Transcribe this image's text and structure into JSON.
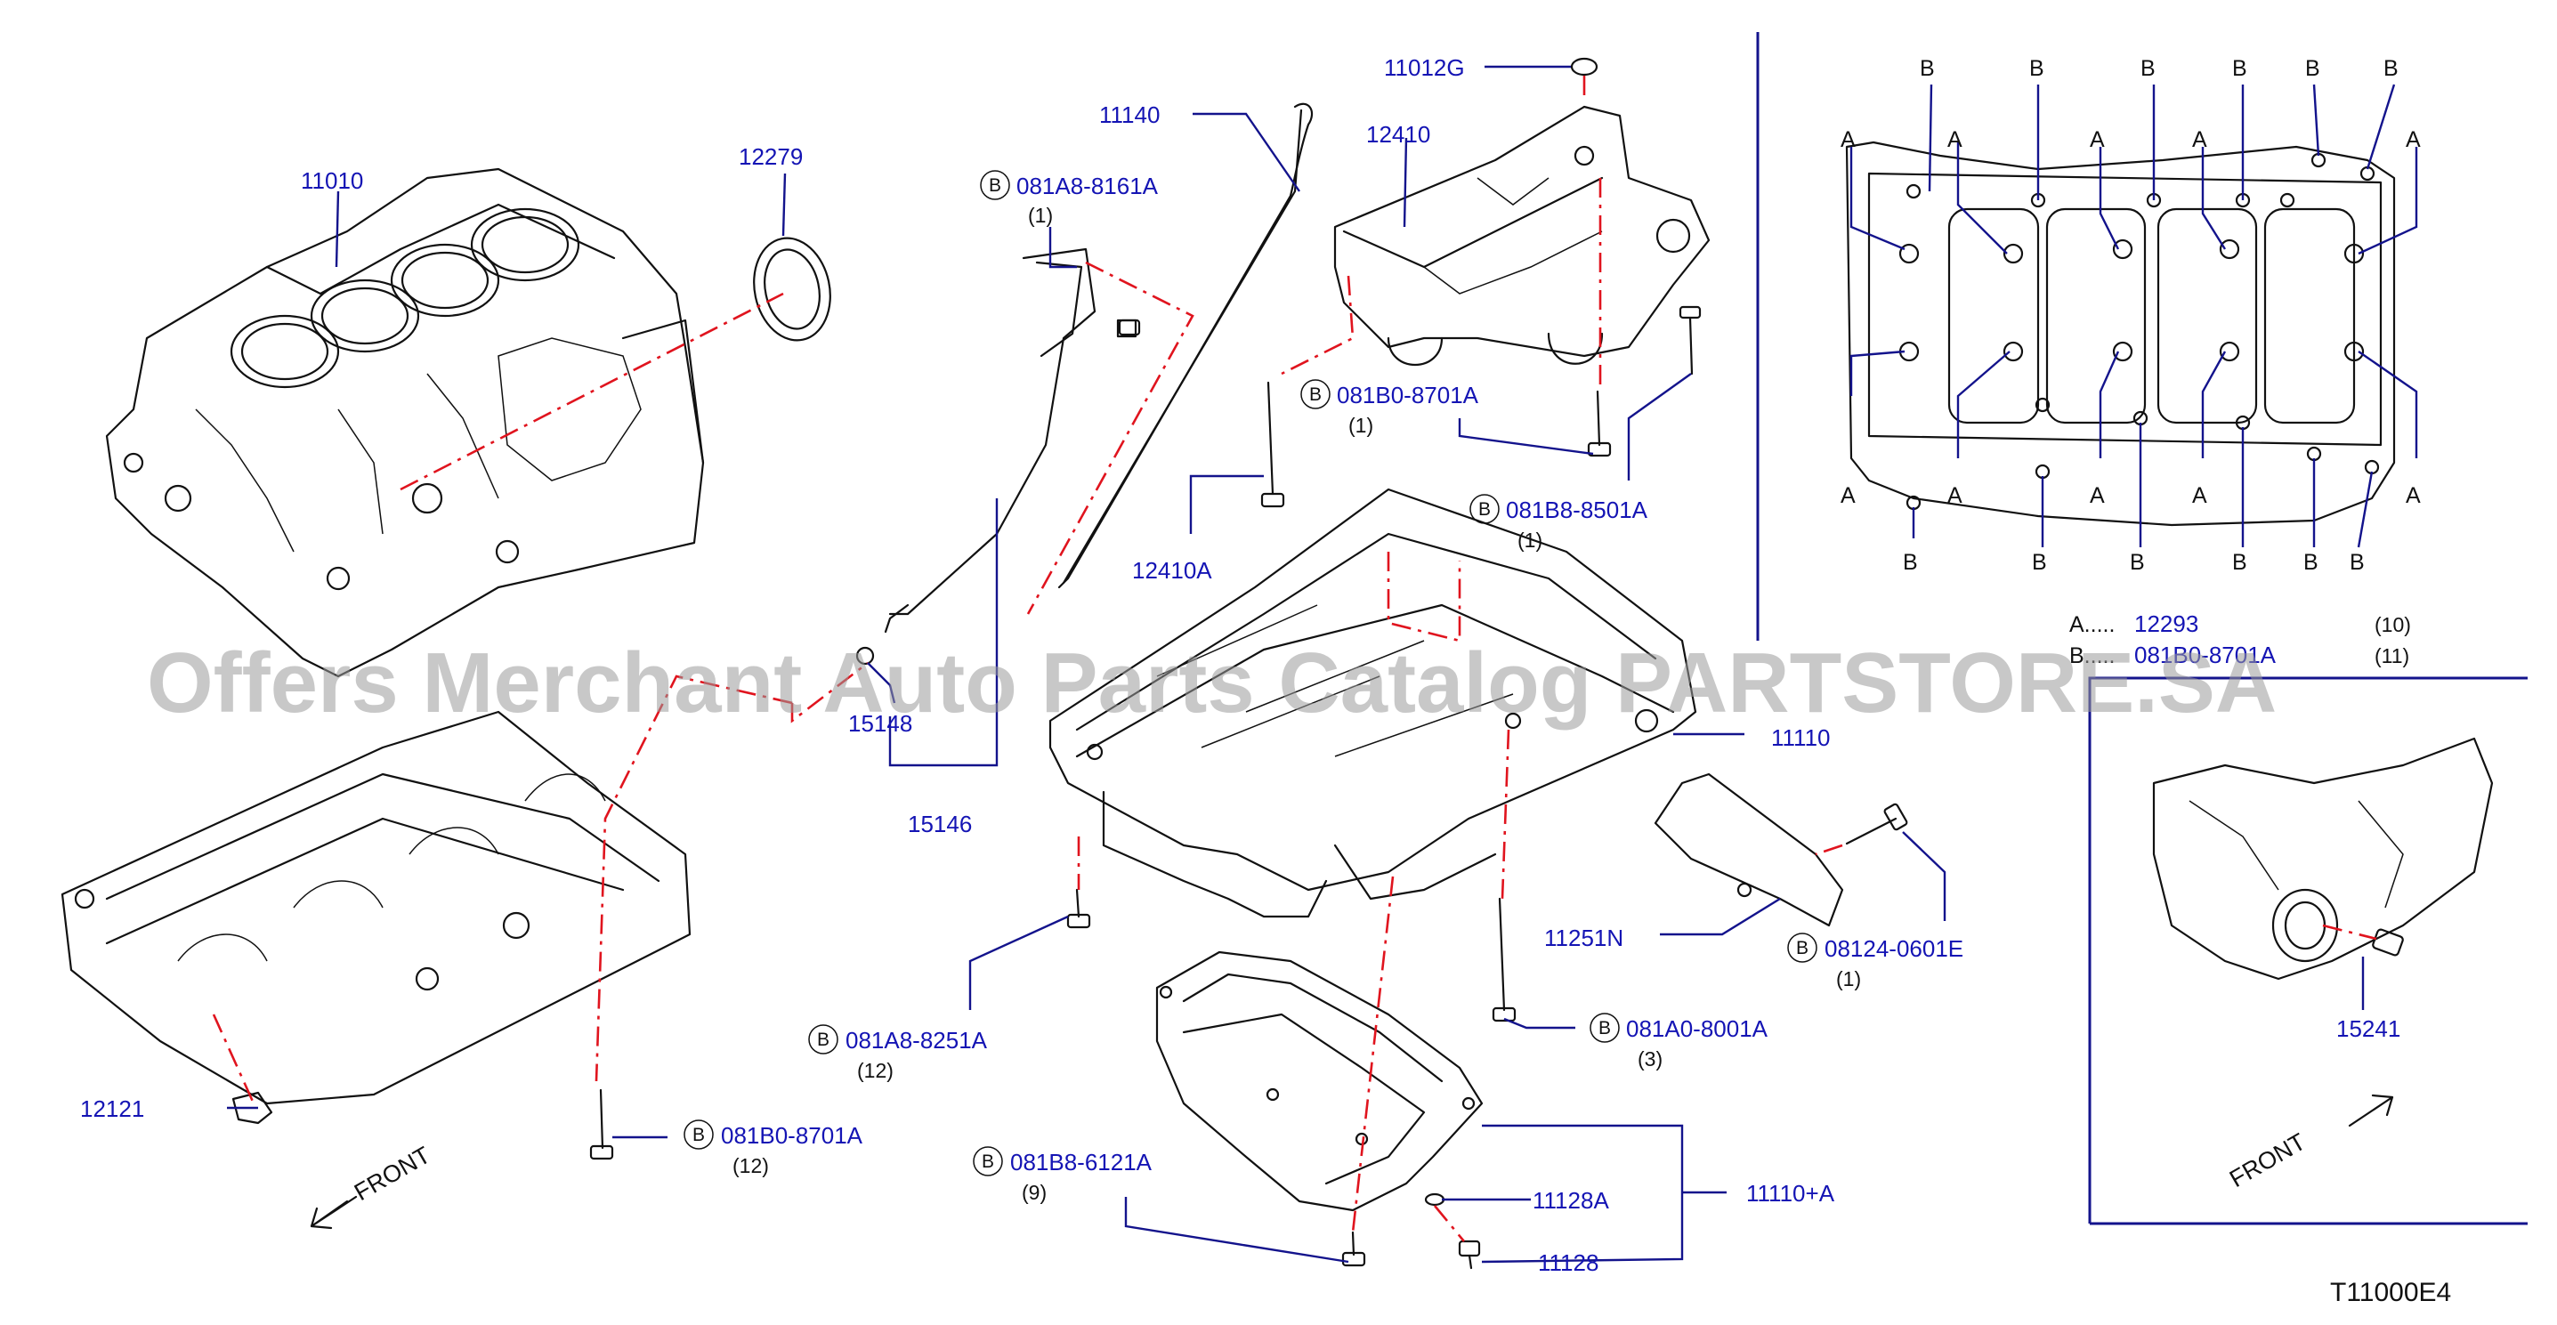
{
  "diagram_code": "T11000E4",
  "watermark": "Offers Merchant Auto Parts Catalog PARTSTORE.SA",
  "bolt_marker": "B",
  "front_label": "FRONT",
  "parts": {
    "p11010": "11010",
    "p12279": "12279",
    "p11012G": "11012G",
    "p11140": "11140",
    "p12410": "12410",
    "p081A8_8161A": "081A8-8161A",
    "p081A8_8161A_qty": "(1)",
    "p081B0_8701A_top": "081B0-8701A",
    "p081B0_8701A_top_qty": "(1)",
    "p12410A": "12410A",
    "p081B8_8501A": "081B8-8501A",
    "p081B8_8501A_qty": "(1)",
    "p15148": "15148",
    "p15146": "15146",
    "p11110": "11110",
    "p11251N": "11251N",
    "p08124_0601E": "08124-0601E",
    "p08124_0601E_qty": "(1)",
    "p081A0_8001A": "081A0-8001A",
    "p081A0_8001A_qty": "(3)",
    "p081A8_8251A": "081A8-8251A",
    "p081A8_8251A_qty": "(12)",
    "p12121": "12121",
    "p081B0_8701A_bot": "081B0-8701A",
    "p081B0_8701A_bot_qty": "(12)",
    "p081B8_6121A": "081B8-6121A",
    "p081B8_6121A_qty": "(9)",
    "p11128A": "11128A",
    "p11110A": "11110+A",
    "p11128": "11128",
    "p15241": "15241",
    "p12293": "12293"
  },
  "legend": {
    "a_label": "A.....",
    "a_part": "12293",
    "a_qty": "(10)",
    "b_label": "B.....",
    "b_part": "081B0-8701A",
    "b_qty": "(11)"
  },
  "detail_letters": {
    "a": "A",
    "b": "B"
  }
}
